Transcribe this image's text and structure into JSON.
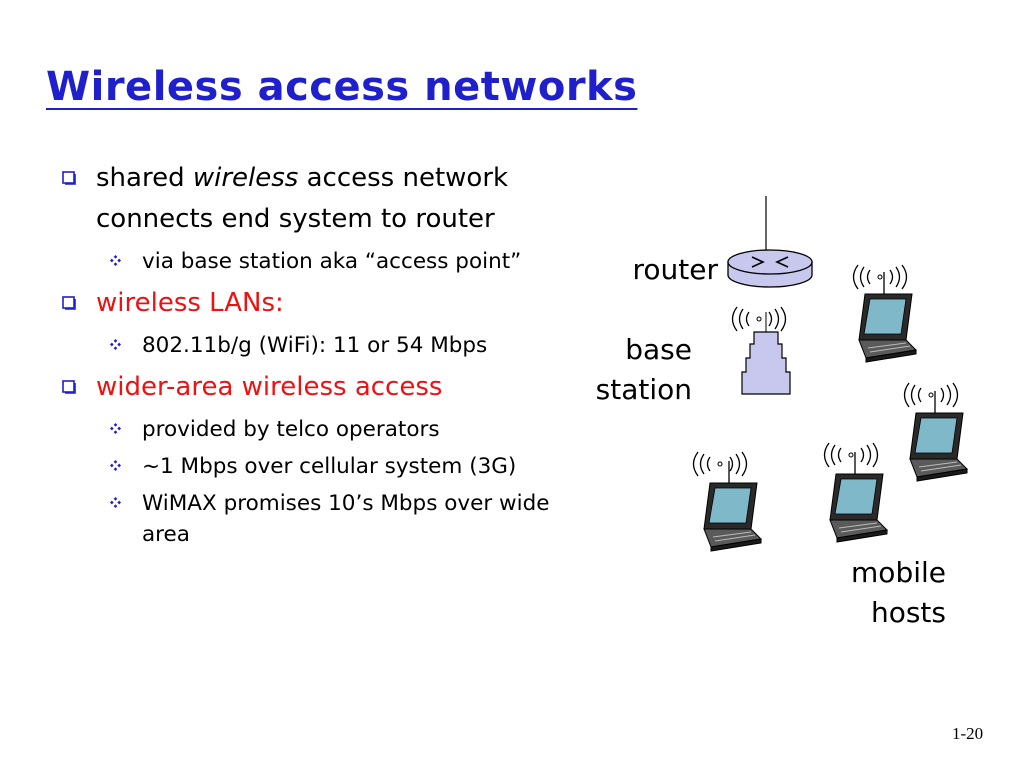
{
  "slide": {
    "title": "Wireless access networks",
    "page_number": "1-20"
  },
  "bullets": [
    {
      "pre": "shared ",
      "em": "wireless",
      "post": " access network connects end system to router",
      "sub": [
        "via base station aka “access point”"
      ]
    },
    {
      "text": "wireless LANs:",
      "color": "#ee1111",
      "sub": [
        "802.11b/g (WiFi): 11 or 54  Mbps"
      ]
    },
    {
      "text": "wider-area wireless access",
      "color": "#ee1111",
      "sub": [
        "provided by telco operators",
        "~1 Mbps over cellular system (3G)",
        "WiMAX promises 10’s Mbps over wide area"
      ]
    }
  ],
  "diagram": {
    "router_label": "router",
    "base_station_label": "base station",
    "mobile_hosts_label": "mobile hosts"
  },
  "colors": {
    "title": "#1f1fcc",
    "highlight": "#ee1111",
    "router_fill": "#c8c8ee",
    "tower_fill": "#c8c8ee",
    "laptop_screen": "#7fb8c8"
  },
  "icons": {
    "bullet_level1": "hollow-square-icon",
    "bullet_level2": "four-diamond-icon",
    "router": "router-icon",
    "base_station": "antenna-tower-icon",
    "mobile_host": "wireless-laptop-icon"
  }
}
